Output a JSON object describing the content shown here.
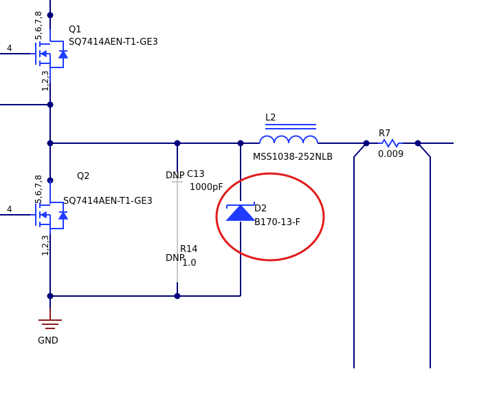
{
  "q1": {
    "ref": "Q1",
    "part": "SQ7414AEN-T1-GE3",
    "drain_pins": "5,6,7,8",
    "source_pins": "1,2,3",
    "gate_pin": "4"
  },
  "q2": {
    "ref": "Q2",
    "part": "SQ7414AEN-T1-GE3",
    "drain_pins": "5,6,7,8",
    "source_pins": "1,2,3",
    "gate_pin": "4"
  },
  "l2": {
    "ref": "L2",
    "part": "MSS1038-252NLB"
  },
  "r7": {
    "ref": "R7",
    "value": "0.009"
  },
  "c13": {
    "ref": "C13",
    "value": "1000pF",
    "dnp": "DNP"
  },
  "r14": {
    "ref": "R14",
    "value": "1.0",
    "dnp": "DNP"
  },
  "d2": {
    "ref": "D2",
    "part": "B170-13-F"
  },
  "gnd": {
    "label": "GND"
  },
  "colors": {
    "wire": "#00007a",
    "component": "#1f3bff",
    "highlight": "#e01b1b",
    "ground": "#8b1a1a",
    "dnp_part": "#c8c8c8"
  }
}
